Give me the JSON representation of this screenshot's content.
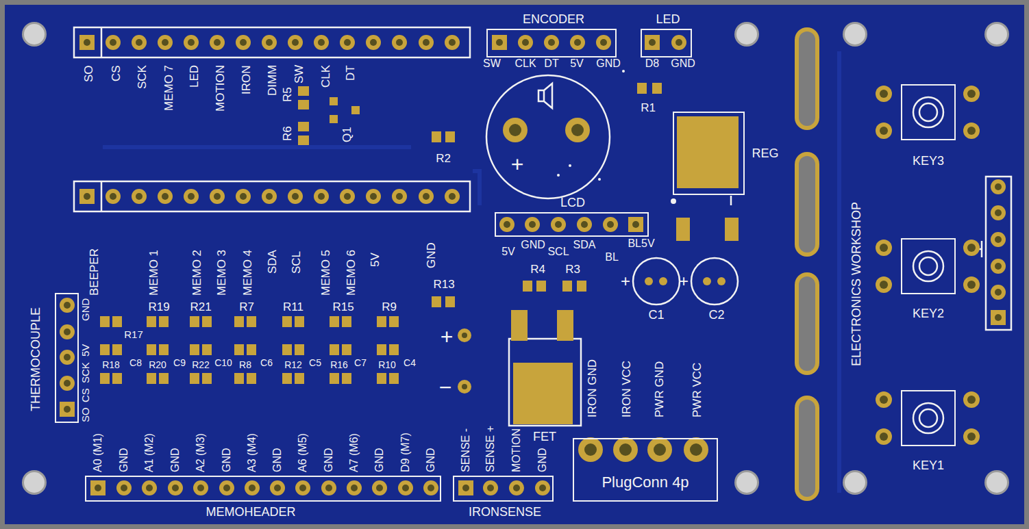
{
  "diagram": {
    "nodes": [
      {
        "text": [
          "ENCODER"
        ]
      },
      {
        "text": [
          "LED"
        ]
      },
      {
        "text": [
          "KEY3"
        ]
      },
      {
        "text": [
          "REG"
        ]
      },
      {
        "text": [
          "LCD"
        ]
      },
      {
        "text": [
          "KEY2"
        ]
      },
      {
        "text": [
          "THERMOCOUPLE"
        ]
      },
      {
        "text": [
          "KEY1"
        ]
      },
      {
        "text": [
          "PlugConn 4p"
        ]
      },
      {
        "text": [
          "MEMOHEADER"
        ]
      },
      {
        "text": [
          "IRONSENSE"
        ]
      }
    ],
    "labels": [
      "SO",
      "CS",
      "SCK",
      "MEMO 7",
      "LED",
      "MOTION",
      "IRON",
      "DIMM",
      "SW",
      "CLK",
      "DT",
      "R5",
      "R6",
      "Q1",
      "SW",
      "CLK",
      "DT",
      "5V",
      "GND",
      "D8",
      "GND",
      "R1",
      "R2",
      "+",
      "5V",
      "GND",
      "SCL",
      "SDA",
      "BL",
      "BL5V",
      "R4",
      "R3",
      "+",
      "C1",
      "+",
      "C2",
      "ELECTRONICS WORKSHOP",
      "BEEPER",
      "MEMO 1",
      "MEMO 2",
      "MEMO 3",
      "MEMO 4",
      "SDA",
      "SCL",
      "MEMO 5",
      "MEMO 6",
      "5V",
      "GND",
      "R13",
      "R19",
      "R21",
      "R7",
      "R11",
      "R15",
      "R9",
      "R17",
      "R18",
      "C8",
      "R20",
      "C9",
      "R22",
      "C10",
      "R8",
      "C6",
      "R12",
      "C5",
      "R16",
      "C7",
      "R10",
      "C4",
      "SO",
      "CS",
      "SCK",
      "5V",
      "GND",
      "A0 (M1)",
      "GND",
      "A1 (M2)",
      "GND",
      "A2 (M3)",
      "GND",
      "A3 (M4)",
      "GND",
      "A6 (M5)",
      "GND",
      "A7 (M6)",
      "GND",
      "D9 (M7)",
      "GND",
      "SENSE -",
      "SENSE +",
      "MOTION",
      "GND",
      "+",
      "−",
      "FET",
      "IRON GND",
      "IRON VCC",
      "PWR GND",
      "PWR VCC"
    ]
  }
}
